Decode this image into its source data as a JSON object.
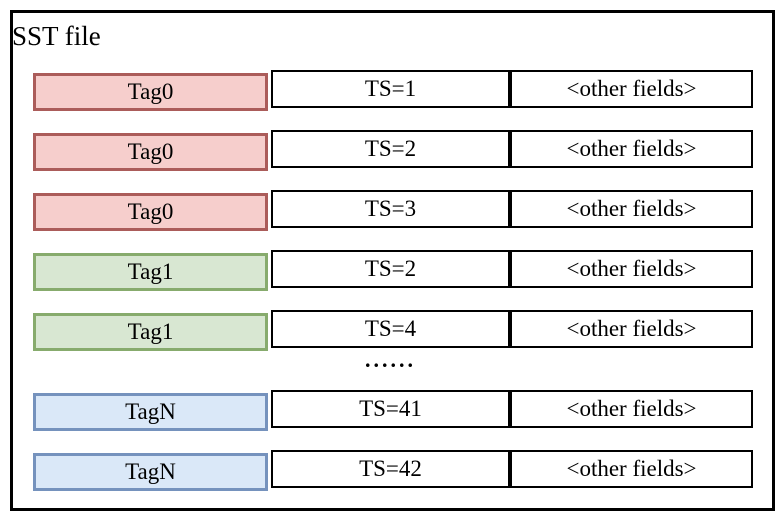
{
  "diagram": {
    "title": "SST file",
    "ellipsis": "......",
    "colors": {
      "red_fill": "#f6cecc",
      "red_border": "#ab5c5a",
      "green_fill": "#d8e7d2",
      "green_border": "#87ab6d",
      "blue_fill": "#dae8f8",
      "blue_border": "#7592bd",
      "box_border": "#000000"
    },
    "rows": [
      {
        "tag": "Tag0",
        "ts": "TS=1",
        "other": "<other fields>",
        "color": "red"
      },
      {
        "tag": "Tag0",
        "ts": "TS=2",
        "other": "<other fields>",
        "color": "red"
      },
      {
        "tag": "Tag0",
        "ts": "TS=3",
        "other": "<other fields>",
        "color": "red"
      },
      {
        "tag": "Tag1",
        "ts": "TS=2",
        "other": "<other fields>",
        "color": "green"
      },
      {
        "tag": "Tag1",
        "ts": "TS=4",
        "other": "<other fields>",
        "color": "green"
      },
      {
        "tag": "TagN",
        "ts": "TS=41",
        "other": "<other fields>",
        "color": "blue"
      },
      {
        "tag": "TagN",
        "ts": "TS=42",
        "other": "<other fields>",
        "color": "blue"
      }
    ]
  }
}
